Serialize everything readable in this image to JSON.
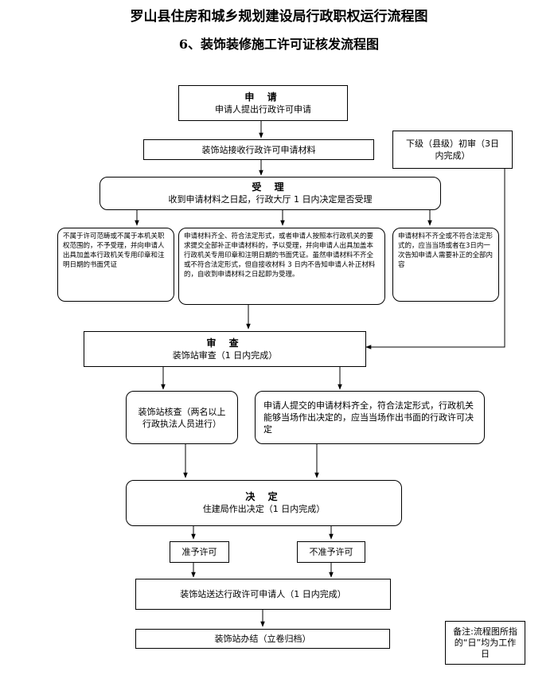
{
  "titles": {
    "main": "罗山县住房和城乡规划建设局行政职权运行流程图",
    "sub": "6、装饰装修施工许可证核发流程图"
  },
  "apply": {
    "heading": "申 请",
    "text": "申请人提出行政许可申请"
  },
  "receive": {
    "text": "装饰站接收行政许可申请材料"
  },
  "county": {
    "text": "下级（县级）初审（3日内完成）"
  },
  "accept": {
    "heading": "受 理",
    "text": "收到申请材料之日起，行政大厅 1 日内决定是否受理"
  },
  "reject_scope": {
    "text": "不属于许可范畴或不属于本机关职权范围的，不予受理，并向申请人出具加盖本行政机关专用印章和注明日期的书面凭证"
  },
  "accept_cond": {
    "text": "申请材料齐全、符合法定形式，或者申请人按照本行政机关的要求提交全部补正申请材料的，予以受理，并向申请人出具加盖本行政机关专用印章和注明日期的书面凭证。虽然申请材料不齐全或不符合法定形式，但自接收材料 3 日内不告知申请人补正材料的，自收到申请材料之日起即为受理。"
  },
  "supplement": {
    "text": "申请材料不齐全或不符合法定形式的，应当当场或者在3日内一次告知申请人需要补正的全部内容"
  },
  "review": {
    "heading": "审 查",
    "text": "装饰站审查（1 日内完成）"
  },
  "verify": {
    "text": "装饰站核查（两名以上行政执法人员进行）"
  },
  "onsite": {
    "text": "申请人提交的申请材料齐全，符合法定形式，行政机关能够当场作出决定的，应当当场作出书面的行政许可决定"
  },
  "decision": {
    "heading": "决 定",
    "text": "住建局作出决定（1 日内完成）"
  },
  "grant": {
    "text": "准予许可"
  },
  "deny": {
    "text": "不准予许可"
  },
  "deliver": {
    "text": "装饰站送达行政许可申请人（1 日内完成）"
  },
  "close": {
    "text": "装饰站办结（立卷归档）"
  },
  "note": {
    "text": "备注:流程图所指的“日”均为工作日"
  }
}
